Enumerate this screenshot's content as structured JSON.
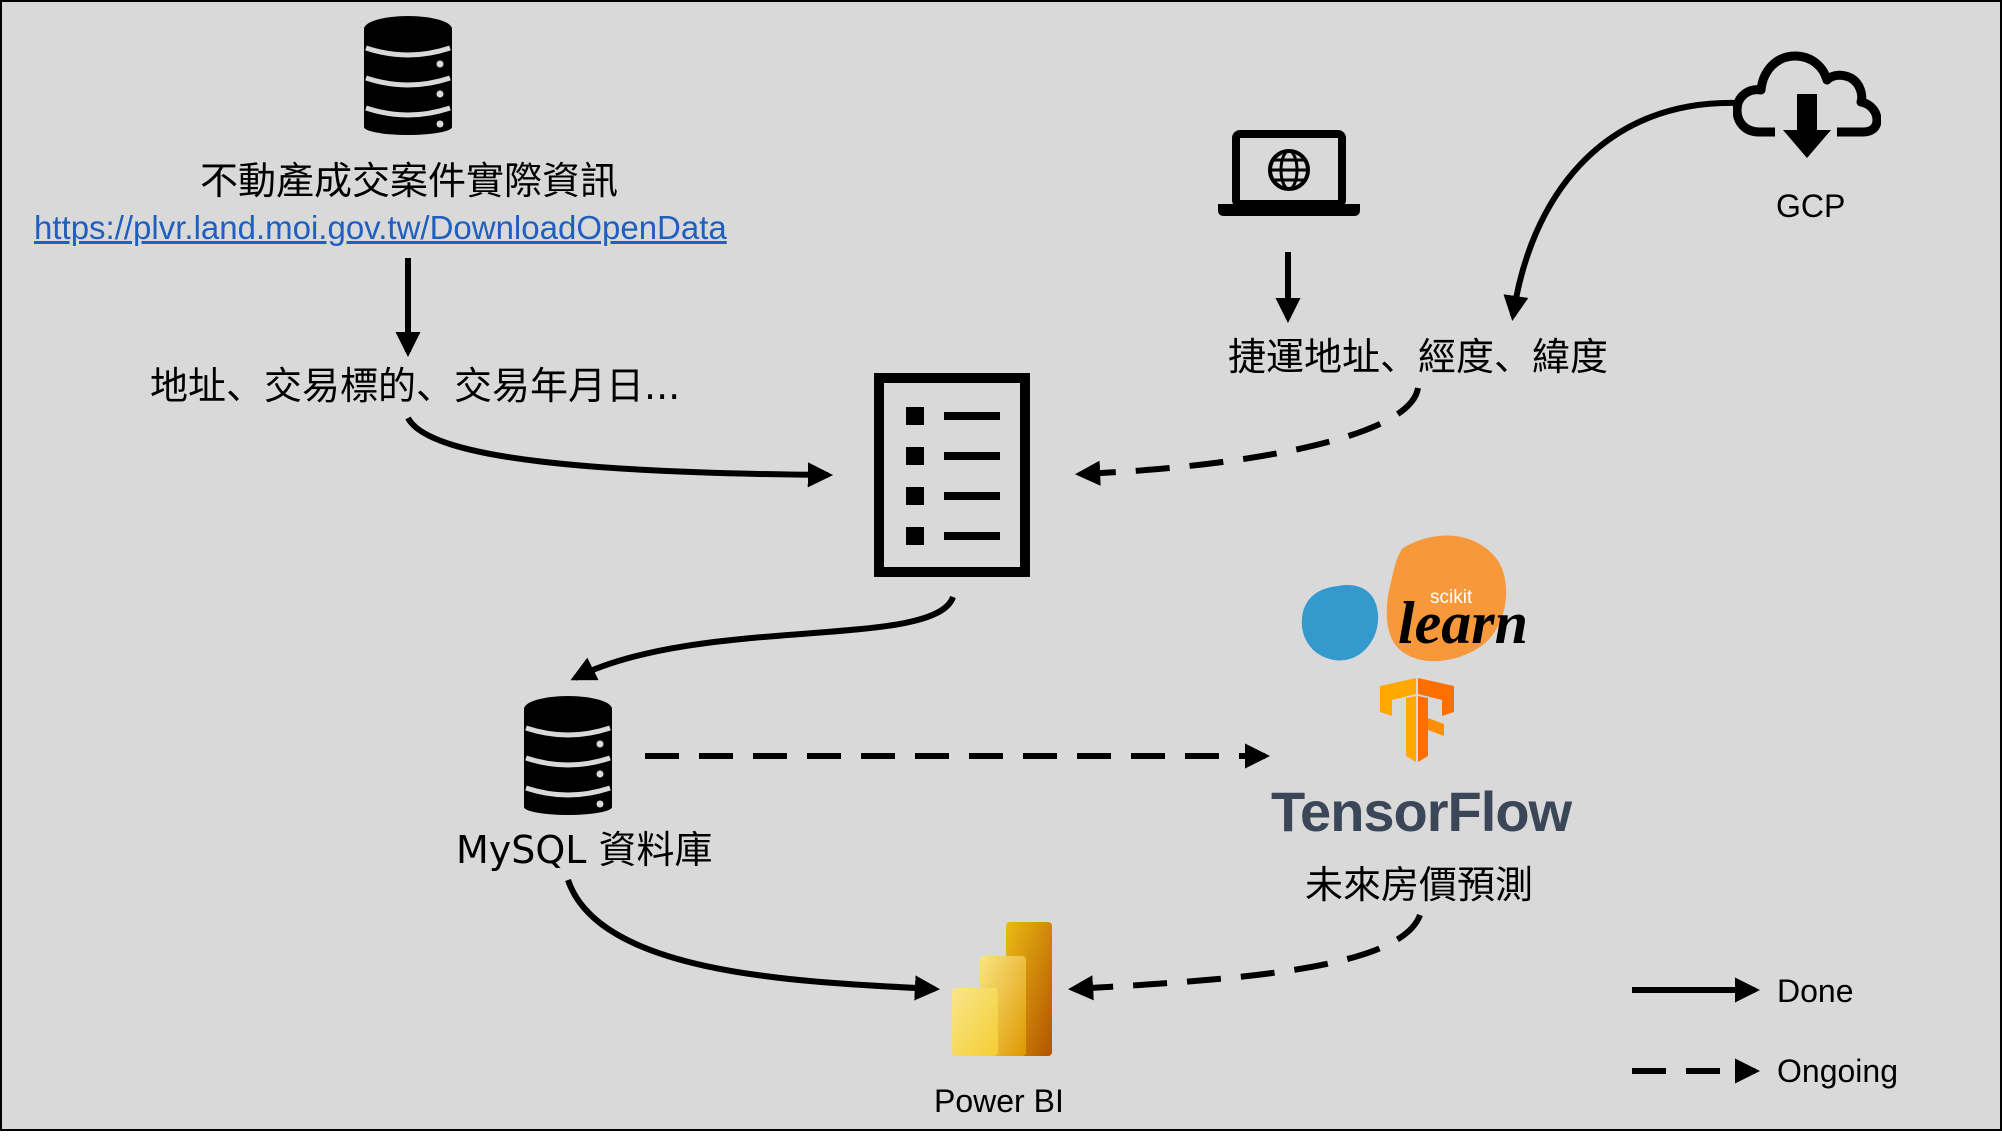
{
  "sources": {
    "realestate_title": "不動產成交案件實際資訊",
    "realestate_url": "https://plvr.land.moi.gov.tw/DownloadOpenData",
    "realestate_fields": "地址、交易標的、交易年月日...",
    "mrt_fields": "捷運地址、經度、緯度",
    "gcp_label": "GCP"
  },
  "storage": {
    "mysql_label": "MySQL 資料庫"
  },
  "ml": {
    "sklearn_small": "scikit",
    "sklearn_big": "learn",
    "tensorflow_label": "TensorFlow",
    "forecast_label": "未來房價預測"
  },
  "reporting": {
    "powerbi_label": "Power BI"
  },
  "legend": [
    {
      "label": "Done",
      "style": "solid"
    },
    {
      "label": "Ongoing",
      "style": "dashed"
    }
  ],
  "colors": {
    "background": "#d9d9d9",
    "link": "#1f5fbf",
    "sklearn_orange": "#f7993a",
    "sklearn_blue": "#3499cd",
    "tensorflow_orange": "#ff8f00",
    "tensorflow_text": "#3b4658",
    "powerbi_gold": "#f2c811"
  },
  "icons": [
    "database-icon",
    "laptop-globe-icon",
    "cloud-download-icon",
    "checklist-document-icon",
    "database-icon",
    "sklearn-logo",
    "tensorflow-logo",
    "powerbi-logo"
  ]
}
